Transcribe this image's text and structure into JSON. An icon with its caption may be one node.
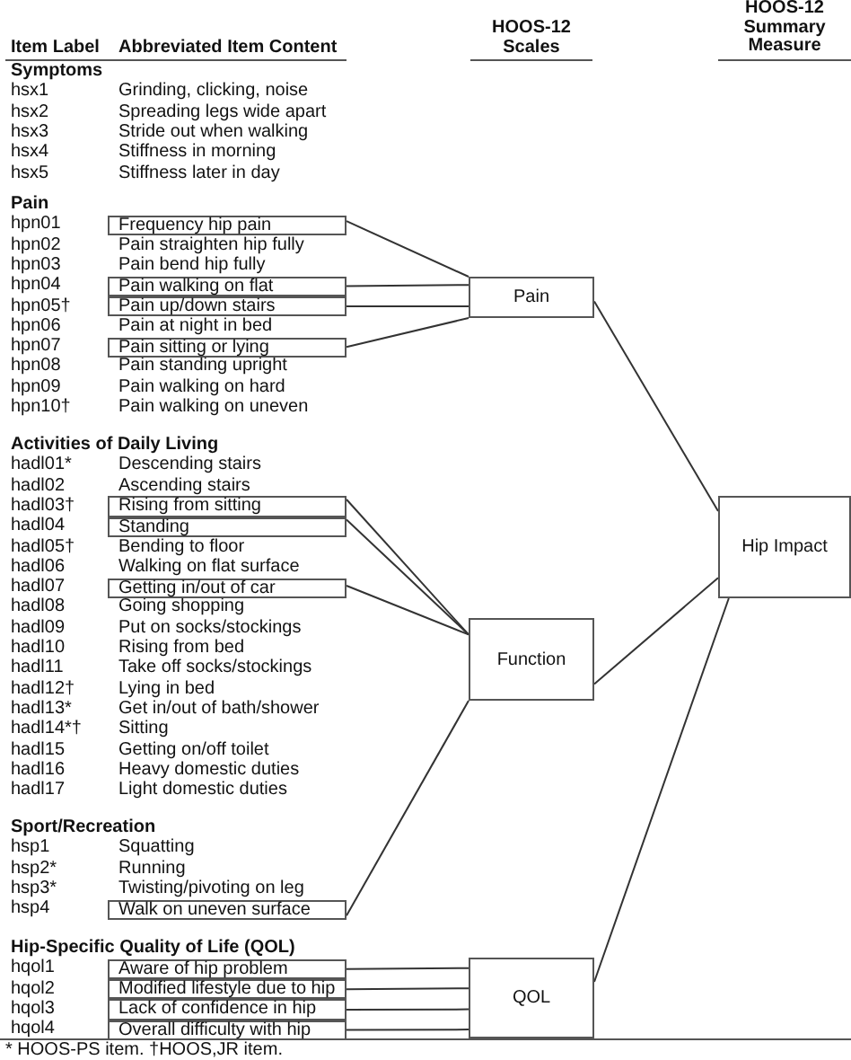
{
  "diagram": {
    "nodes": [
      {
        "text": [
          "Frequency hip pain"
        ],
        "beside": [
          "hpn01"
        ]
      },
      {
        "text": [
          "Pain walking on flat"
        ],
        "beside": [
          "hpn04"
        ]
      },
      {
        "text": [
          "Pain up/down stairs"
        ],
        "beside": [
          "hpn05†"
        ]
      },
      {
        "text": [
          "Pain sitting or lying"
        ],
        "beside": [
          "hpn07"
        ]
      },
      {
        "text": [
          "Rising from sitting"
        ],
        "beside": [
          "hadl03†"
        ]
      },
      {
        "text": [
          "Standing"
        ],
        "beside": [
          "hadl04"
        ]
      },
      {
        "text": [
          "Getting in/out of car"
        ],
        "beside": [
          "hadl07"
        ]
      },
      {
        "text": [
          "Walk on uneven surface"
        ],
        "beside": [
          "hsp4"
        ]
      },
      {
        "text": [
          "Aware of hip problem"
        ],
        "beside": [
          "hqol1"
        ]
      },
      {
        "text": [
          "Modified lifestyle due to hip"
        ],
        "beside": [
          "hqol2"
        ]
      },
      {
        "text": [
          "Lack of confidence in hip"
        ],
        "beside": [
          "hqol3"
        ]
      },
      {
        "text": [
          "Overall difficulty with hip"
        ],
        "beside": [
          "hqol4"
        ]
      },
      {
        "text": [
          "Pain"
        ]
      },
      {
        "text": [
          "Hip Impact"
        ]
      },
      {
        "text": [
          "Function"
        ]
      },
      {
        "text": [
          "QOL"
        ]
      }
    ],
    "edges": [
      {
        "from": 0,
        "to": 12,
        "arrow": "none"
      },
      {
        "from": 1,
        "to": 12,
        "arrow": "none"
      },
      {
        "from": 2,
        "to": 12,
        "arrow": "none"
      },
      {
        "from": 3,
        "to": 12,
        "arrow": "none"
      },
      {
        "from": 4,
        "to": 14,
        "arrow": "none"
      },
      {
        "from": 5,
        "to": 14,
        "arrow": "none"
      },
      {
        "from": 6,
        "to": 14,
        "arrow": "none"
      },
      {
        "from": 7,
        "to": 14,
        "arrow": "none"
      },
      {
        "from": 8,
        "to": 15,
        "arrow": "none"
      },
      {
        "from": 9,
        "to": 15,
        "arrow": "none"
      },
      {
        "from": 10,
        "to": 15,
        "arrow": "none"
      },
      {
        "from": 11,
        "to": 15,
        "arrow": "none"
      },
      {
        "from": 12,
        "to": 13,
        "arrow": "none"
      },
      {
        "from": 14,
        "to": 13,
        "arrow": "none"
      },
      {
        "from": 15,
        "to": 13,
        "arrow": "none"
      }
    ],
    "labels": [
      "Item Label",
      "Abbreviated Item Content",
      "HOOS-12 Scales",
      "HOOS-12 Summary Measure",
      "Symptoms",
      "hsx1",
      "Grinding, clicking, noise",
      "hsx2",
      "Spreading legs wide apart",
      "hsx3",
      "Stride out when walking",
      "hsx4",
      "Stiffness in morning",
      "hsx5",
      "Stiffness later in day",
      "Pain",
      "hpn02",
      "Pain straighten hip fully",
      "hpn03",
      "Pain bend hip fully",
      "hpn06",
      "Pain at night in bed",
      "hpn08",
      "Pain standing upright",
      "hpn09",
      "Pain walking on hard",
      "hpn10†",
      "Pain walking on uneven",
      "Activities of Daily Living",
      "hadl01*",
      "Descending stairs",
      "hadl02",
      "Ascending stairs",
      "hadl05†",
      "Bending to floor",
      "hadl06",
      "Walking on flat surface",
      "hadl08",
      "Going shopping",
      "hadl09",
      "Put on socks/stockings",
      "hadl10",
      "Rising from bed",
      "hadl11",
      "Take off socks/stockings",
      "hadl12†",
      "Lying in bed",
      "hadl13*",
      "Get in/out of bath/shower",
      "hadl14*†",
      "Sitting",
      "hadl15",
      "Getting on/off toilet",
      "hadl16",
      "Heavy domestic duties",
      "hadl17",
      "Light domestic duties",
      "Sport/Recreation",
      "hsp1",
      "Squatting",
      "hsp2*",
      "Running",
      "hsp3*",
      "Twisting/pivoting on leg",
      "Hip-Specific Quality of Life (QOL)",
      "* HOOS-PS item. †HOOS,JR item."
    ]
  }
}
